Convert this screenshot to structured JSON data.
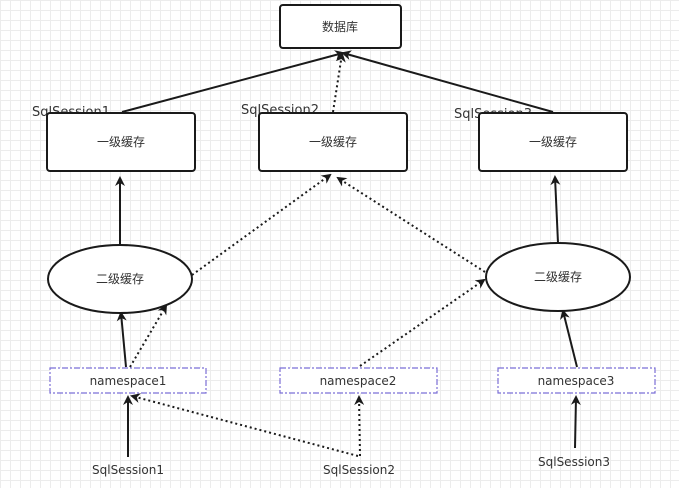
{
  "database": {
    "label": "数据库"
  },
  "sessions_top": [
    {
      "name": "SqlSession1",
      "cache_label": "一级缓存"
    },
    {
      "name": "SqlSession2",
      "cache_label": "一级缓存"
    },
    {
      "name": "SqlSession3",
      "cache_label": "一级缓存"
    }
  ],
  "second_level_caches": [
    {
      "label": "二级缓存"
    },
    {
      "label": "二级缓存"
    }
  ],
  "namespaces": [
    {
      "label": "namespace1"
    },
    {
      "label": "namespace2"
    },
    {
      "label": "namespace3"
    }
  ],
  "sessions_bottom": [
    {
      "label": "SqlSession1"
    },
    {
      "label": "SqlSession2"
    },
    {
      "label": "SqlSession3"
    }
  ],
  "colors": {
    "stroke": "#1a1a1a",
    "namespace_border": "#7b6fd6",
    "grid": "#ececec"
  }
}
